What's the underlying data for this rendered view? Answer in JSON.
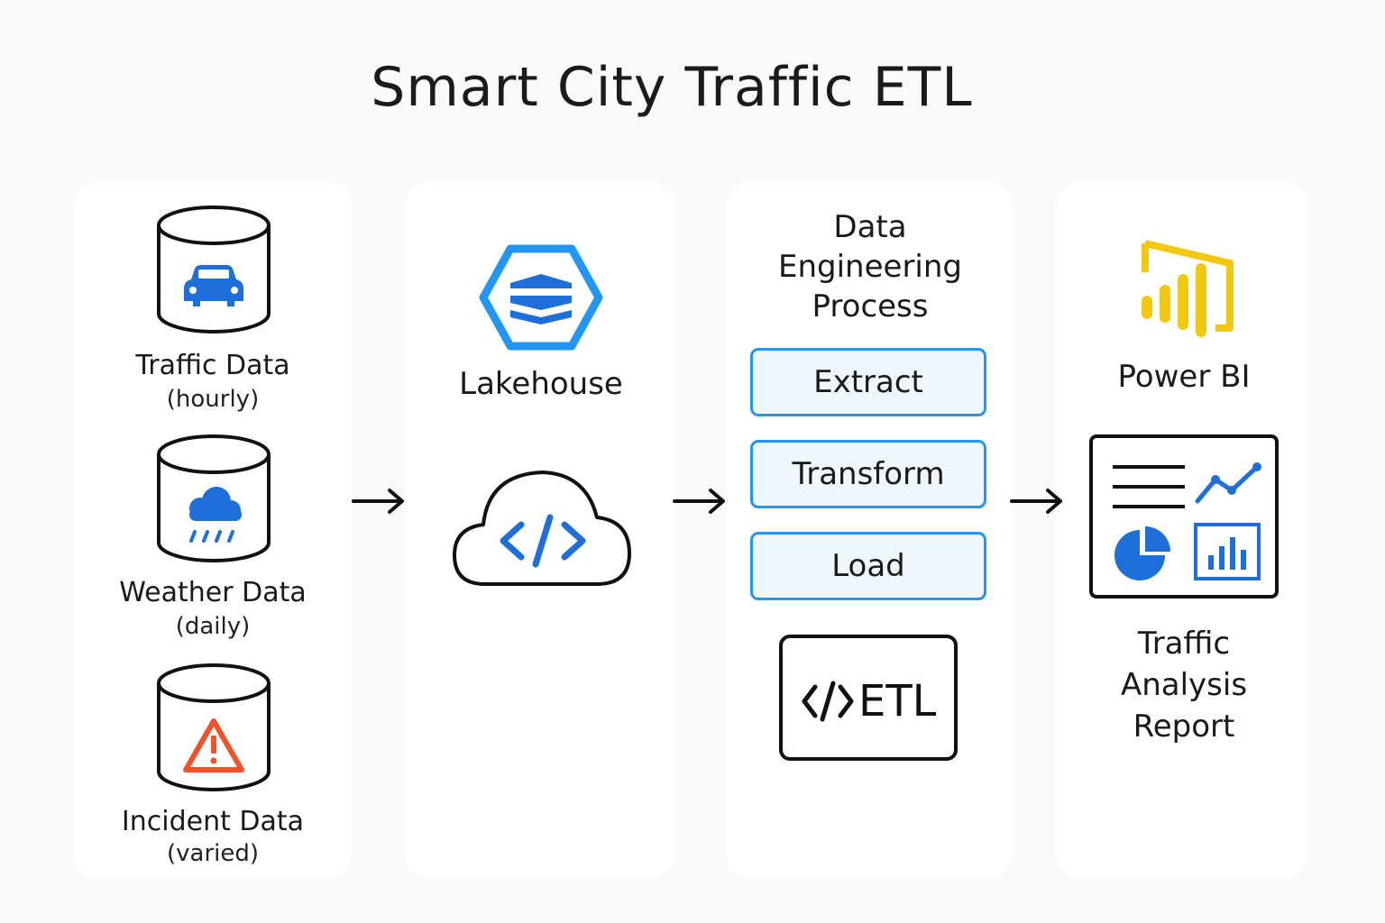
{
  "title": "Smart City Traffic ETL",
  "sources": [
    {
      "name": "Traffic Data",
      "frequency": "(hourly)",
      "icon": "car-icon"
    },
    {
      "name": "Weather Data",
      "frequency": "(daily)",
      "icon": "rain-cloud-icon"
    },
    {
      "name": "Incident Data",
      "frequency": "(varied)",
      "icon": "warning-icon"
    }
  ],
  "storage": {
    "label": "Lakehouse",
    "icon": "lakehouse-hexagon-icon",
    "code_icon": "cloud-code-icon"
  },
  "process": {
    "heading_line1": "Data",
    "heading_line2": "Engineering",
    "heading_line3": "Process",
    "steps": [
      "Extract",
      "Transform",
      "Load"
    ],
    "etl_badge": "ETL"
  },
  "output": {
    "tool": "Power BI",
    "report_line1": "Traffic",
    "report_line2": "Analysis",
    "report_line3": "Report"
  },
  "colors": {
    "accent_blue": "#1e6fd9",
    "step_border": "#2196f3",
    "step_fill": "#eef7fe",
    "warning": "#f0522a",
    "powerbi_yellow": "#f2c811"
  }
}
